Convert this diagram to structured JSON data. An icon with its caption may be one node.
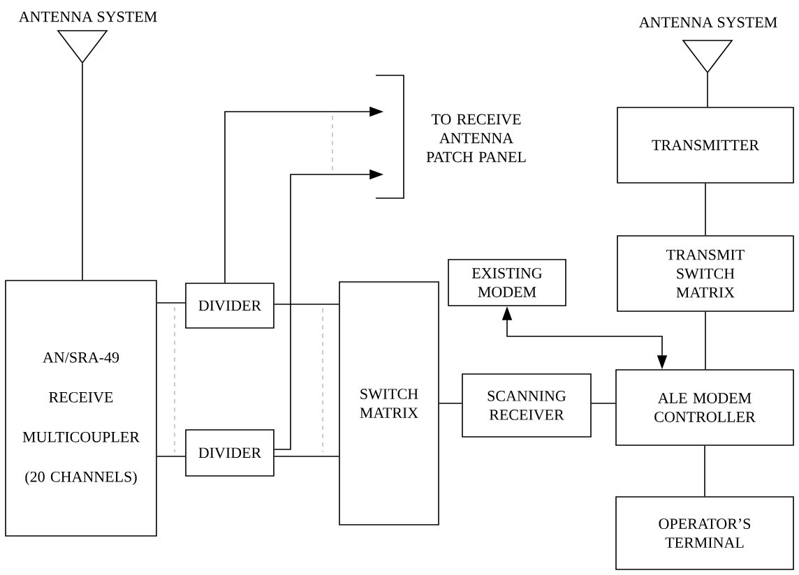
{
  "diagram": {
    "nodes": [
      {
        "text": [
          "ANTENNA SYSTEM"
        ]
      },
      {
        "text": [
          "TO RECEIVE ANTENNA PATCH PANEL"
        ]
      },
      {
        "text": [
          "ANTENNA SYSTEM"
        ]
      },
      {
        "text": [
          "TRANSMITTER"
        ]
      },
      {
        "text": [
          "TRANSMIT SWITCH MATRIX"
        ]
      },
      {
        "text": [
          "EXISTING MODEM"
        ]
      },
      {
        "text": [
          "AN/SRA-49 RECEIVE MULTICOUPLER (20 CHANNELS)"
        ]
      },
      {
        "text": [
          "DIVIDER"
        ]
      },
      {
        "text": [
          "SWITCH MATRIX"
        ]
      },
      {
        "text": [
          "SCANNING RECEIVER"
        ]
      },
      {
        "text": [
          "ALE MODEM CONTROLLER"
        ]
      },
      {
        "text": [
          "DIVIDER"
        ]
      },
      {
        "text": [
          "OPERATOR’S TERMINAL"
        ]
      }
    ],
    "edges": [
      {
        "from": 0,
        "to": 6,
        "arrow": "none"
      },
      {
        "from": 6,
        "to": 7,
        "arrow": "none"
      },
      {
        "from": 6,
        "to": 11,
        "arrow": "none"
      },
      {
        "from": 7,
        "to": 8,
        "arrow": "none"
      },
      {
        "from": 11,
        "to": 8,
        "arrow": "none"
      },
      {
        "from": 7,
        "to": 1,
        "arrow": "to"
      },
      {
        "from": 11,
        "to": 1,
        "arrow": "to"
      },
      {
        "from": 8,
        "to": 9,
        "arrow": "none"
      },
      {
        "from": 9,
        "to": 10,
        "arrow": "none"
      },
      {
        "from": 5,
        "to": 10,
        "arrow": "both"
      },
      {
        "from": 2,
        "to": 3,
        "arrow": "none"
      },
      {
        "from": 3,
        "to": 4,
        "arrow": "none"
      },
      {
        "from": 4,
        "to": 10,
        "arrow": "none"
      },
      {
        "from": 10,
        "to": 12,
        "arrow": "none"
      }
    ]
  }
}
